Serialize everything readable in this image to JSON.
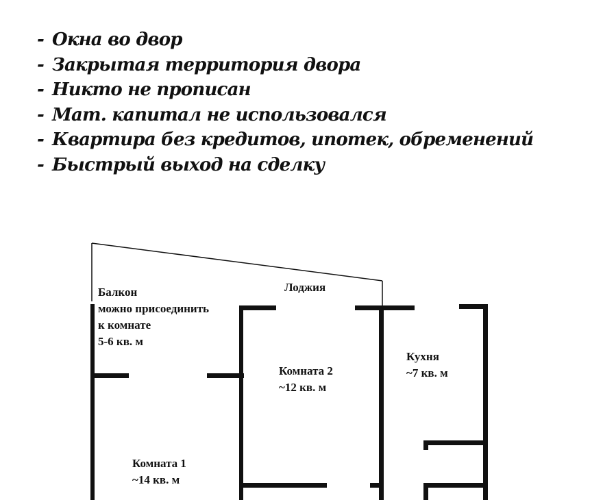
{
  "features": [
    "Окна во двор",
    "Закрытая территория двора",
    "Никто не прописан",
    "Мат. капитал не использовался",
    "Квартира без кредитов, ипотек, обременений",
    "Быстрый выход на сделку"
  ],
  "floor_plan": {
    "balcony": {
      "title": "Балкон",
      "line2": "можно присоединить",
      "line3": "к комнате",
      "area": "5-6 кв. м"
    },
    "loggia": {
      "title": "Лоджия"
    },
    "room2": {
      "title": "Комната 2",
      "area": "~12 кв. м"
    },
    "kitchen": {
      "title": "Кухня",
      "area": "~7 кв. м"
    },
    "room1": {
      "title": "Комната 1",
      "area": "~14 кв. м"
    }
  }
}
